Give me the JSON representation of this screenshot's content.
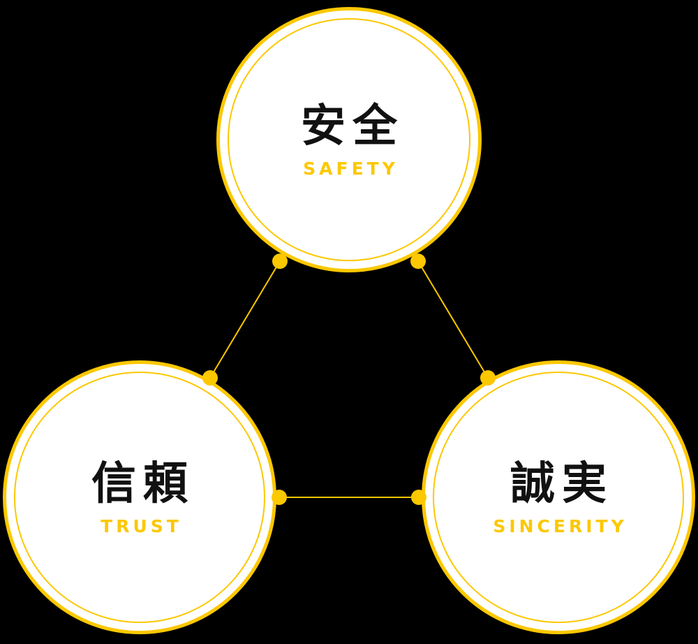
{
  "diagram": {
    "title": "corporate-values-triangle",
    "background_color": "#000000",
    "accent_color": "#fcc800",
    "kanji_color": "#111111",
    "circle_fill": "#ffffff",
    "circles": [
      {
        "id": "safety",
        "kanji": "安全",
        "english": "SAFETY"
      },
      {
        "id": "trust",
        "kanji": "信頼",
        "english": "TRUST"
      },
      {
        "id": "sincerity",
        "kanji": "誠実",
        "english": "SINCERITY"
      }
    ]
  }
}
